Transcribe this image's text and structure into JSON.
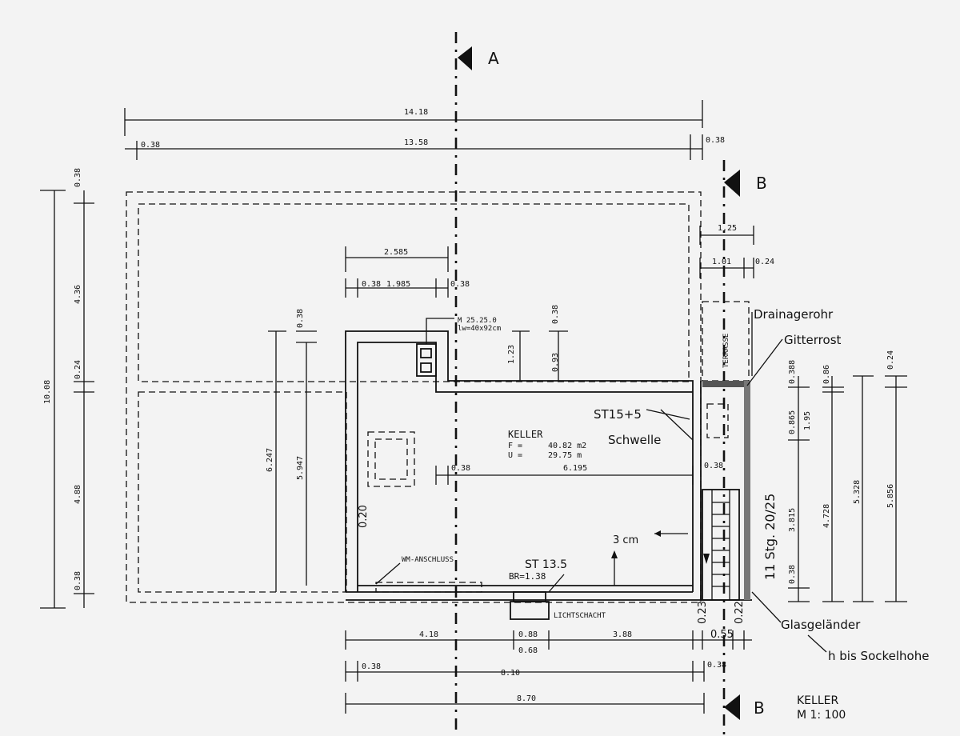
{
  "sections": {
    "a": "A",
    "b_top": "B",
    "b_bottom": "B"
  },
  "dims_top": {
    "overall": "14.18",
    "inner": "13.58",
    "left_wall": "0.38",
    "right_wall": "0.38"
  },
  "dims_terrace": {
    "width": "1.25",
    "inner": "1.01",
    "edge": "0.24"
  },
  "dims_chimney": {
    "total": "2.585",
    "left": "0.38",
    "middle": "1.985",
    "right": "0.38"
  },
  "chimney": {
    "label_1": "M 25.25.0",
    "label_2": "lw=40x92cm"
  },
  "dims_left": {
    "overall": "10.08",
    "top": "0.38",
    "upper": "4.36",
    "middle": "0.24",
    "lower": "4.88",
    "bottom": "0.38"
  },
  "dims_inner_left": {
    "v1": "6.247",
    "v2": "5.947",
    "v_top": "0.38",
    "v_flue": "1.23",
    "v_flue2": "0.93",
    "v_flue_top": "0.38"
  },
  "room": {
    "name": "KELLER",
    "area_label": "F =",
    "area_value": "40.82 m2",
    "perim_label": "U =",
    "perim_value": "29.75 m"
  },
  "dims_room": {
    "wall": "0.38",
    "width": "6.195",
    "right_wall": "0.38"
  },
  "labels": {
    "drain": "Drainagerohr",
    "grate": "Gitterrost",
    "terrace": "TERRASSE",
    "step": "ST15+5",
    "sill": "Schwelle",
    "stairs": "11 Stg. 20/25",
    "slope": "3 cm",
    "wm": "WM-ANSCHLUSS",
    "st_main": "ST 13.5",
    "br": "BR=1.38",
    "lightwell": "LICHTSCHACHT",
    "glass": "Glasgeländer",
    "glass_height": "h bis Sockelhohe",
    "insul": "0.20"
  },
  "dims_right": {
    "a1": "0.388",
    "a2": "0.865",
    "a3": "3.815",
    "a4": "0.38",
    "b1": "0.86",
    "b2": "1.95",
    "b3": "4.728",
    "c1": "5.328",
    "d1": "0.24",
    "d2": "5.856"
  },
  "dims_bottom": {
    "r1_a": "4.18",
    "r1_b": "0.88",
    "r1_c": "3.88",
    "r1_d": "0.68",
    "r1_e": "0.23",
    "r1_f": "0.55",
    "r1_g": "0.22",
    "r2_left": "0.38",
    "r2_mid": "8.10",
    "r2_right": "0.38",
    "r3": "8.70"
  },
  "title": {
    "line1": "KELLER",
    "line2": "M 1: 100"
  }
}
